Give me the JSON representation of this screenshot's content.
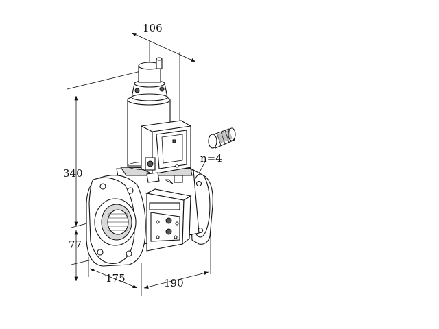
{
  "dimensions": {
    "width_top": "106",
    "height_total": "340",
    "height_center": "77",
    "depth": "175",
    "width_bottom": "190",
    "bolt_count": "n=4"
  }
}
